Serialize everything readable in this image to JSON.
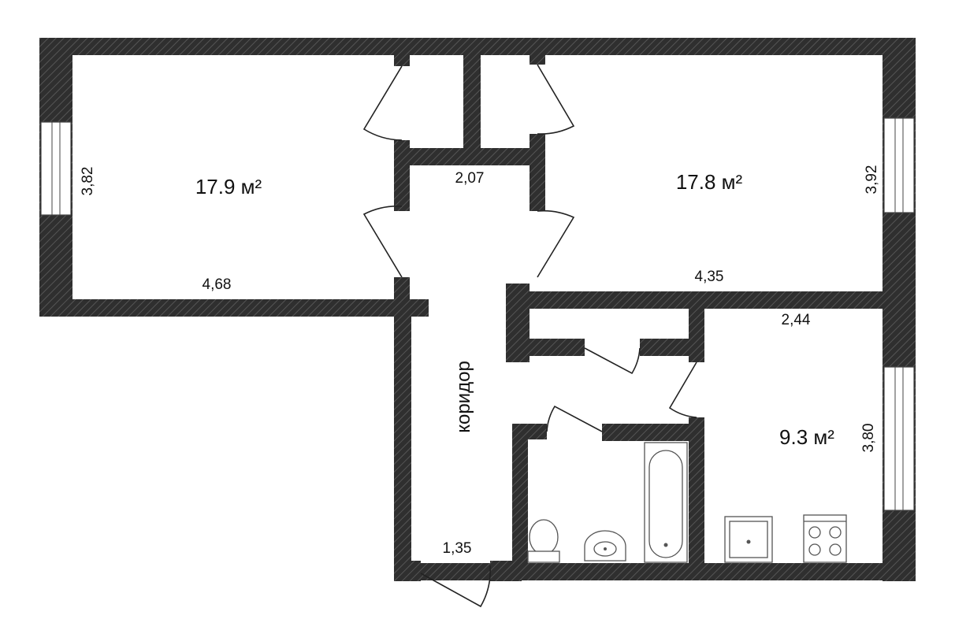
{
  "rooms": {
    "room_left": {
      "area": "17.9 м²"
    },
    "room_right": {
      "area": "17.8 м²"
    },
    "kitchen": {
      "area": "9.3 м²"
    },
    "corridor": {
      "name": "коридор"
    }
  },
  "dimensions": {
    "left_height": "3,82",
    "left_width": "4,68",
    "corridor_top": "2,07",
    "right_height": "3,92",
    "right_width": "4,35",
    "kitchen_width": "2,44",
    "kitchen_height": "3,80",
    "entry_width": "1,35"
  },
  "colors": {
    "wall": "#2f2f2f",
    "wall_hatch": "#555555",
    "background": "#ffffff"
  }
}
